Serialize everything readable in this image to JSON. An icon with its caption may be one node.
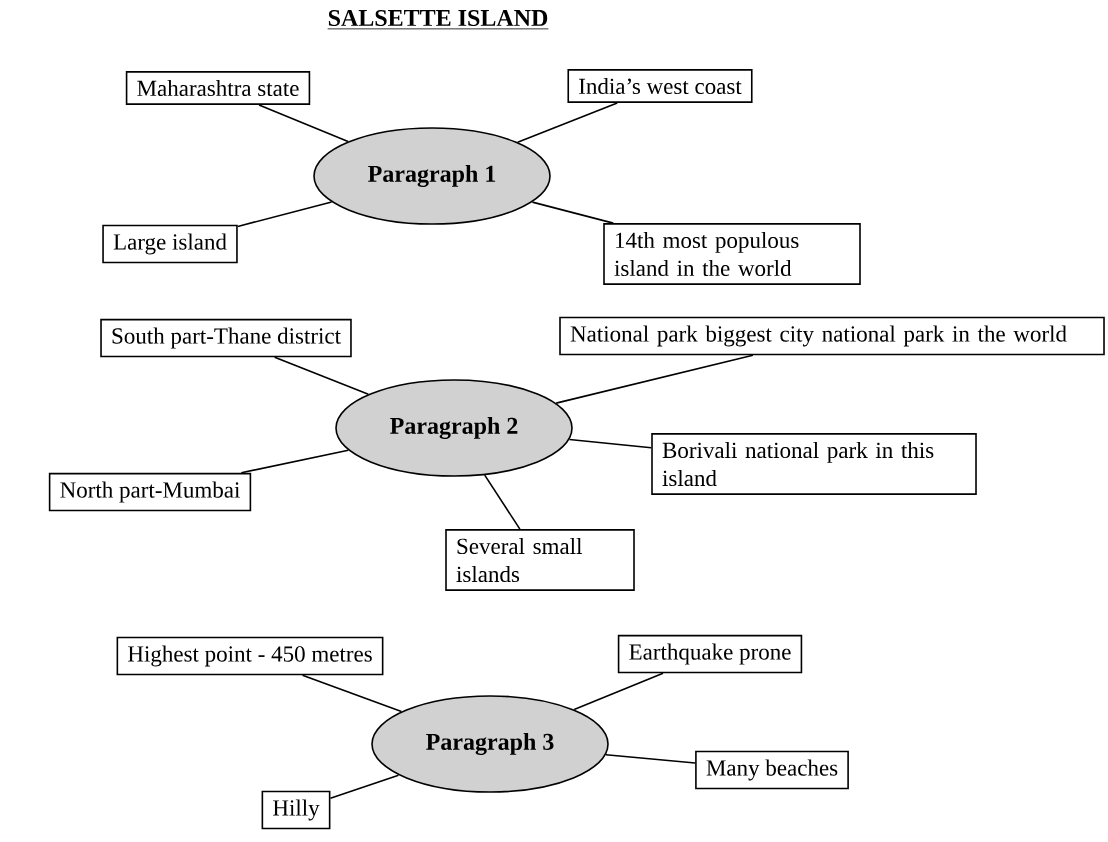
{
  "diagram": {
    "title": "SALSETTE ISLAND",
    "nodes": [
      {
        "text": [
          "Paragraph 1"
        ]
      },
      {
        "text": [
          "Maharashtra state"
        ]
      },
      {
        "text": [
          "India’s west coast"
        ]
      },
      {
        "text": [
          "Large island"
        ]
      },
      {
        "text": [
          "14th most populous island in the world"
        ]
      },
      {
        "text": [
          "Paragraph 2"
        ]
      },
      {
        "text": [
          "South part-Thane district"
        ]
      },
      {
        "text": [
          "National park biggest city national park in the world"
        ]
      },
      {
        "text": [
          "North part-Mumbai"
        ]
      },
      {
        "text": [
          "Borivali national park in this island"
        ]
      },
      {
        "text": [
          "Several small islands"
        ]
      },
      {
        "text": [
          "Paragraph 3"
        ]
      },
      {
        "text": [
          "Highest point -  450 metres"
        ]
      },
      {
        "text": [
          "Earthquake prone"
        ]
      },
      {
        "text": [
          "Many beaches"
        ]
      },
      {
        "text": [
          "Hilly"
        ]
      }
    ],
    "edges": [
      {
        "from": 0,
        "to": 1,
        "arrow": "none"
      },
      {
        "from": 0,
        "to": 2,
        "arrow": "none"
      },
      {
        "from": 0,
        "to": 3,
        "arrow": "none"
      },
      {
        "from": 0,
        "to": 4,
        "arrow": "none"
      },
      {
        "from": 5,
        "to": 6,
        "arrow": "none"
      },
      {
        "from": 5,
        "to": 7,
        "arrow": "none"
      },
      {
        "from": 5,
        "to": 8,
        "arrow": "none"
      },
      {
        "from": 5,
        "to": 9,
        "arrow": "none"
      },
      {
        "from": 5,
        "to": 10,
        "arrow": "none"
      },
      {
        "from": 11,
        "to": 12,
        "arrow": "none"
      },
      {
        "from": 11,
        "to": 13,
        "arrow": "none"
      },
      {
        "from": 11,
        "to": 14,
        "arrow": "none"
      },
      {
        "from": 11,
        "to": 15,
        "arrow": "none"
      }
    ]
  }
}
